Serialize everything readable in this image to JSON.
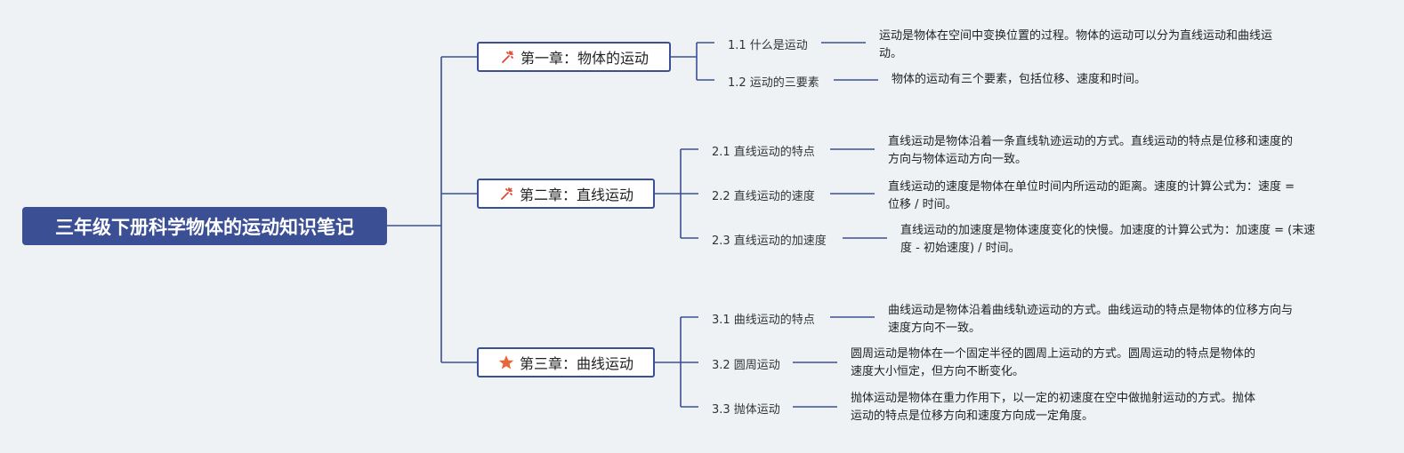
{
  "root": {
    "title": "三年级下册科学物体的运动知识笔记"
  },
  "chapters": [
    {
      "title": "第一章：物体的运动",
      "icon": "magic-wand-icon",
      "sections": [
        {
          "label": "1.1 什么是运动",
          "desc": [
            "运动是物体在空间中变换位置的过程。物体的运动可以分为直线运动和曲线运",
            "动。"
          ]
        },
        {
          "label": "1.2 运动的三要素",
          "desc": [
            "物体的运动有三个要素，包括位移、速度和时间。"
          ]
        }
      ]
    },
    {
      "title": "第二章：直线运动",
      "icon": "magic-wand-icon",
      "sections": [
        {
          "label": "2.1 直线运动的特点",
          "desc": [
            "直线运动是物体沿着一条直线轨迹运动的方式。直线运动的特点是位移和速度的",
            "方向与物体运动方向一致。"
          ]
        },
        {
          "label": "2.2 直线运动的速度",
          "desc": [
            "直线运动的速度是物体在单位时间内所运动的距离。速度的计算公式为：速度 =",
            "位移 / 时间。"
          ]
        },
        {
          "label": "2.3 直线运动的加速度",
          "desc": [
            "直线运动的加速度是物体速度变化的快慢。加速度的计算公式为：加速度 = (末速",
            "度 - 初始速度) / 时间。"
          ]
        }
      ]
    },
    {
      "title": "第三章：曲线运动",
      "icon": "star-icon",
      "sections": [
        {
          "label": "3.1 曲线运动的特点",
          "desc": [
            "曲线运动是物体沿着曲线轨迹运动的方式。曲线运动的特点是物体的位移方向与",
            "速度方向不一致。"
          ]
        },
        {
          "label": "3.2 圆周运动",
          "desc": [
            "圆周运动是物体在一个固定半径的圆周上运动的方式。圆周运动的特点是物体的",
            "速度大小恒定，但方向不断变化。"
          ]
        },
        {
          "label": "3.3 抛体运动",
          "desc": [
            "抛体运动是物体在重力作用下，以一定的初速度在空中做抛射运动的方式。抛体",
            "运动的特点是位移方向和速度方向成一定角度。"
          ]
        }
      ]
    }
  ],
  "colors": {
    "line": "#3b4f95",
    "root_bg": "#3b4f95",
    "wand": "#e0472f",
    "star": "#e8663a"
  }
}
